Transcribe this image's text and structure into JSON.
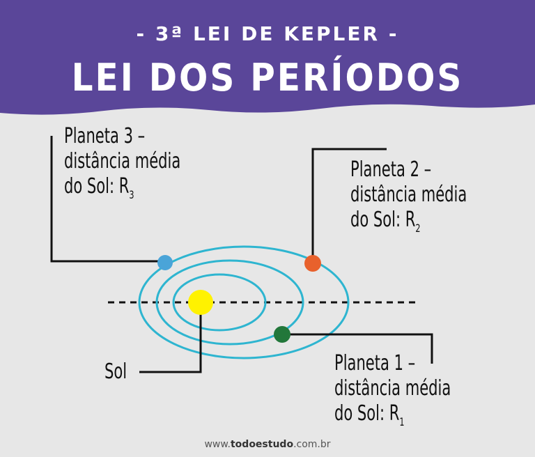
{
  "header": {
    "subtitle": "- 3ª LEI DE KEPLER -",
    "title": "LEI DOS PERÍODOS"
  },
  "labels": {
    "planet3": {
      "line1": "Planeta 3 –",
      "line2": "distância média",
      "line3": "do Sol: R",
      "sub": "3"
    },
    "planet2": {
      "line1": "Planeta 2 –",
      "line2": "distância média",
      "line3": "do Sol: R",
      "sub": "2"
    },
    "planet1": {
      "line1": "Planeta 1 –",
      "line2": "distância média",
      "line3": "do Sol: R",
      "sub": "1"
    },
    "sun": "Sol"
  },
  "footer": {
    "prefix": "www.",
    "brand": "todoestudo",
    "suffix": ".com.br"
  },
  "colors": {
    "banner": "#5a4699",
    "background": "#e7e7e7",
    "orbit": "#2eb5d0",
    "sun": "#fff200",
    "planet1": "#22773a",
    "planet2": "#e8612c",
    "planet3": "#4aa4d8"
  }
}
